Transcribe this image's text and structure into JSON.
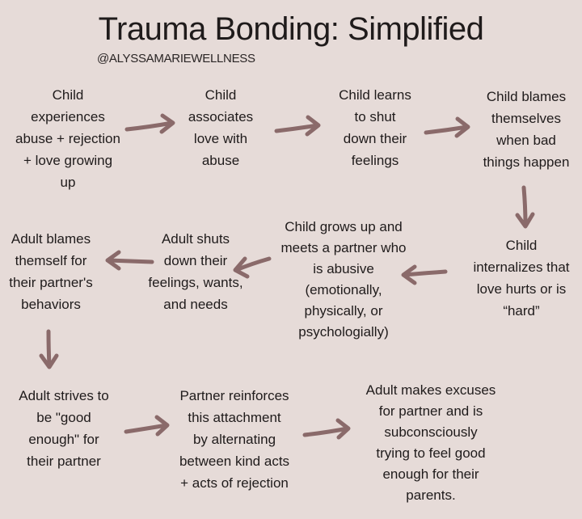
{
  "title": "Trauma Bonding: Simplified",
  "handle": "@ALYSSAMARIEWELLNESS",
  "steps": [
    "Child\nexperiences\nabuse + rejection\n+ love growing\nup",
    "Child\nassociates\nlove with\nabuse",
    "Child learns\nto shut\ndown their\nfeelings",
    "Child blames\nthemselves\nwhen bad\nthings happen",
    "Child\ninternalizes that\nlove hurts or is\n“hard”",
    "Child grows up and\nmeets a partner who\nis abusive\n(emotionally,\nphysically, or\npsychologially)",
    "Adult shuts\ndown their\nfeelings, wants,\nand needs",
    "Adult blames\nthemself for\ntheir partner's\nbehaviors",
    "Adult strives to\nbe \"good\nenough\" for\ntheir partner",
    "Partner reinforces\nthis attachment\nby alternating\nbetween kind acts\n+ acts of rejection",
    "Adult makes excuses\nfor partner and is\nsubconsciously\ntrying to feel good\nenough for their\nparents."
  ],
  "colors": {
    "background": "#e6dbd8",
    "arrow": "#8a6a6a",
    "text": "#1f1b1b"
  }
}
